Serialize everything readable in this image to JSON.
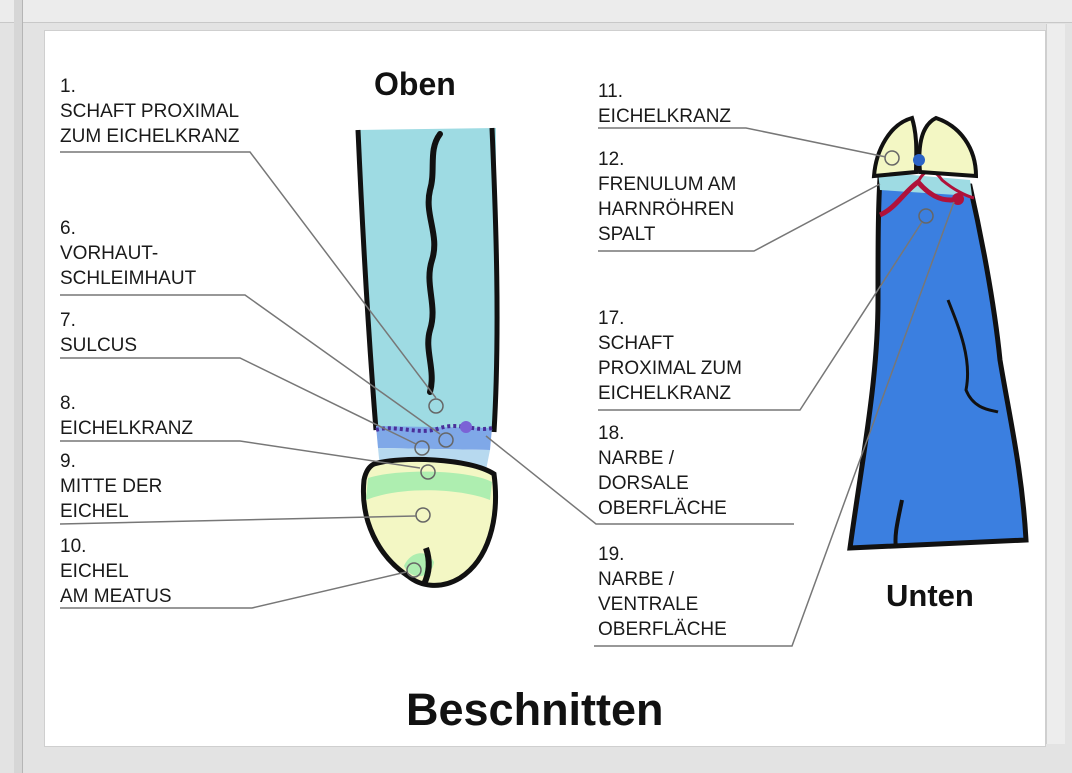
{
  "headings": {
    "top": "Oben",
    "bottom_view": "Unten",
    "title": "Beschnitten"
  },
  "labels": [
    {
      "num": "1.",
      "lines": [
        "SCHAFT PROXIMAL",
        "ZUM EICHELKRANZ"
      ]
    },
    {
      "num": "6.",
      "lines": [
        "VORHAUT-",
        "SCHLEIMHAUT"
      ]
    },
    {
      "num": "7.",
      "lines": [
        "SULCUS"
      ]
    },
    {
      "num": "8.",
      "lines": [
        "EICHELKRANZ"
      ]
    },
    {
      "num": "9.",
      "lines": [
        "MITTE DER",
        "EICHEL"
      ]
    },
    {
      "num": "10.",
      "lines": [
        "EICHEL",
        "AM MEATUS"
      ]
    },
    {
      "num": "11.",
      "lines": [
        "EICHELKRANZ"
      ]
    },
    {
      "num": "12.",
      "lines": [
        "FRENULUM AM",
        "HARNRÖHREN",
        "SPALT"
      ]
    },
    {
      "num": "17.",
      "lines": [
        "SCHAFT",
        "PROXIMAL ZUM",
        "EICHELKRANZ"
      ]
    },
    {
      "num": "18.",
      "lines": [
        "NARBE /",
        "DORSALE",
        "OBERFLÄCHE"
      ]
    },
    {
      "num": "19.",
      "lines": [
        "NARBE /",
        "VENTRALE",
        "OBERFLÄCHE"
      ]
    }
  ],
  "colors": {
    "shaft_top": "#9edbe3",
    "band_blue": "#7fa8e8",
    "band_light": "#b7d9ef",
    "glans_green": "#aeeeb0",
    "glans_yellow": "#f3f7c4",
    "scar_purple": "#7b63d6",
    "shaft_bottom": "#3b7fe0",
    "frenulum_red": "#b0123a",
    "outline": "#111111",
    "leader": "#777777"
  }
}
